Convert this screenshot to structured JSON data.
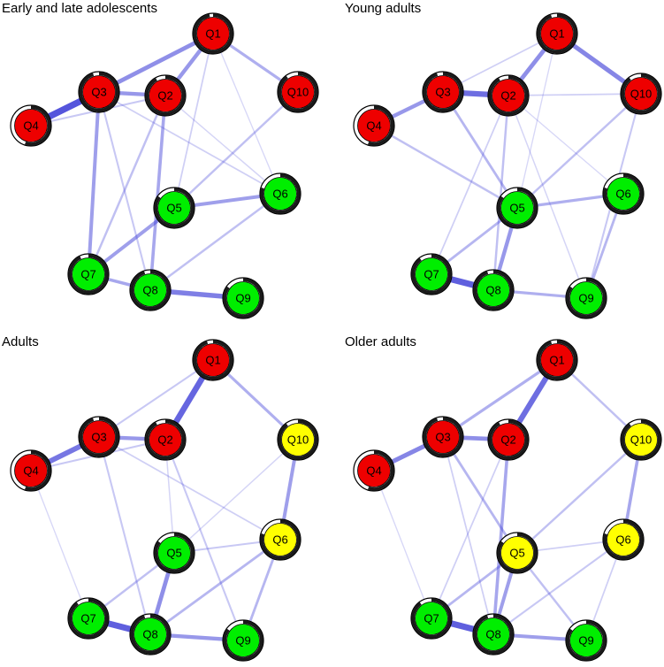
{
  "colors": {
    "red": "#ee0000",
    "green": "#00ee00",
    "yellow": "#ffff00",
    "edge": "#4040d8",
    "pie_fill": "#1a1a1a"
  },
  "panels": [
    {
      "title": "Early and late adolescents",
      "nodes": [
        {
          "id": "Q1",
          "label": "Q1",
          "color": "red",
          "pie": 0.97
        },
        {
          "id": "Q2",
          "label": "Q2",
          "color": "red",
          "pie": 0.92
        },
        {
          "id": "Q3",
          "label": "Q3",
          "color": "red",
          "pie": 0.95
        },
        {
          "id": "Q4",
          "label": "Q4",
          "color": "red",
          "pie": 0.55
        },
        {
          "id": "Q10",
          "label": "Q10",
          "color": "red",
          "pie": 0.9
        },
        {
          "id": "Q5",
          "label": "Q5",
          "color": "green",
          "pie": 0.85
        },
        {
          "id": "Q6",
          "label": "Q6",
          "color": "green",
          "pie": 0.8
        },
        {
          "id": "Q7",
          "label": "Q7",
          "color": "green",
          "pie": 0.93
        },
        {
          "id": "Q8",
          "label": "Q8",
          "color": "green",
          "pie": 0.95
        },
        {
          "id": "Q9",
          "label": "Q9",
          "color": "green",
          "pie": 0.85
        }
      ],
      "edges": [
        {
          "from": "Q3",
          "to": "Q4",
          "weight": 0.9
        },
        {
          "from": "Q3",
          "to": "Q1",
          "weight": 0.55
        },
        {
          "from": "Q2",
          "to": "Q1",
          "weight": 0.5
        },
        {
          "from": "Q3",
          "to": "Q2",
          "weight": 0.5
        },
        {
          "from": "Q1",
          "to": "Q10",
          "weight": 0.35
        },
        {
          "from": "Q3",
          "to": "Q7",
          "weight": 0.45
        },
        {
          "from": "Q2",
          "to": "Q8",
          "weight": 0.4
        },
        {
          "from": "Q5",
          "to": "Q6",
          "weight": 0.45
        },
        {
          "from": "Q5",
          "to": "Q7",
          "weight": 0.45
        },
        {
          "from": "Q7",
          "to": "Q8",
          "weight": 0.4
        },
        {
          "from": "Q8",
          "to": "Q9",
          "weight": 0.65
        },
        {
          "from": "Q6",
          "to": "Q8",
          "weight": 0.25
        },
        {
          "from": "Q10",
          "to": "Q5",
          "weight": 0.25
        },
        {
          "from": "Q2",
          "to": "Q7",
          "weight": 0.25
        },
        {
          "from": "Q4",
          "to": "Q2",
          "weight": 0.2
        },
        {
          "from": "Q1",
          "to": "Q5",
          "weight": 0.15
        },
        {
          "from": "Q1",
          "to": "Q6",
          "weight": 0.1
        },
        {
          "from": "Q3",
          "to": "Q6",
          "weight": 0.15
        },
        {
          "from": "Q3",
          "to": "Q8",
          "weight": 0.2
        },
        {
          "from": "Q2",
          "to": "Q6",
          "weight": 0.12
        }
      ]
    },
    {
      "title": "Young adults",
      "nodes": [
        {
          "id": "Q1",
          "label": "Q1",
          "color": "red",
          "pie": 0.95
        },
        {
          "id": "Q2",
          "label": "Q2",
          "color": "red",
          "pie": 0.92
        },
        {
          "id": "Q3",
          "label": "Q3",
          "color": "red",
          "pie": 0.95
        },
        {
          "id": "Q4",
          "label": "Q4",
          "color": "red",
          "pie": 0.55
        },
        {
          "id": "Q10",
          "label": "Q10",
          "color": "red",
          "pie": 0.9
        },
        {
          "id": "Q5",
          "label": "Q5",
          "color": "green",
          "pie": 0.85
        },
        {
          "id": "Q6",
          "label": "Q6",
          "color": "green",
          "pie": 0.8
        },
        {
          "id": "Q7",
          "label": "Q7",
          "color": "green",
          "pie": 0.9
        },
        {
          "id": "Q8",
          "label": "Q8",
          "color": "green",
          "pie": 0.95
        },
        {
          "id": "Q9",
          "label": "Q9",
          "color": "green",
          "pie": 0.85
        }
      ],
      "edges": [
        {
          "from": "Q3",
          "to": "Q4",
          "weight": 0.5
        },
        {
          "from": "Q3",
          "to": "Q2",
          "weight": 0.75
        },
        {
          "from": "Q2",
          "to": "Q1",
          "weight": 0.55
        },
        {
          "from": "Q1",
          "to": "Q10",
          "weight": 0.6
        },
        {
          "from": "Q3",
          "to": "Q1",
          "weight": 0.15
        },
        {
          "from": "Q2",
          "to": "Q10",
          "weight": 0.15
        },
        {
          "from": "Q4",
          "to": "Q5",
          "weight": 0.25
        },
        {
          "from": "Q3",
          "to": "Q5",
          "weight": 0.3
        },
        {
          "from": "Q2",
          "to": "Q8",
          "weight": 0.25
        },
        {
          "from": "Q5",
          "to": "Q6",
          "weight": 0.35
        },
        {
          "from": "Q5",
          "to": "Q8",
          "weight": 0.5
        },
        {
          "from": "Q7",
          "to": "Q8",
          "weight": 0.85
        },
        {
          "from": "Q8",
          "to": "Q9",
          "weight": 0.35
        },
        {
          "from": "Q6",
          "to": "Q9",
          "weight": 0.3
        },
        {
          "from": "Q10",
          "to": "Q5",
          "weight": 0.25
        },
        {
          "from": "Q10",
          "to": "Q9",
          "weight": 0.2
        },
        {
          "from": "Q2",
          "to": "Q7",
          "weight": 0.15
        },
        {
          "from": "Q7",
          "to": "Q5",
          "weight": 0.3
        },
        {
          "from": "Q2",
          "to": "Q9",
          "weight": 0.12
        },
        {
          "from": "Q2",
          "to": "Q6",
          "weight": 0.1
        },
        {
          "from": "Q1",
          "to": "Q5",
          "weight": 0.1
        }
      ]
    },
    {
      "title": "Adults",
      "nodes": [
        {
          "id": "Q1",
          "label": "Q1",
          "color": "red",
          "pie": 0.95
        },
        {
          "id": "Q2",
          "label": "Q2",
          "color": "red",
          "pie": 0.92
        },
        {
          "id": "Q3",
          "label": "Q3",
          "color": "red",
          "pie": 0.95
        },
        {
          "id": "Q4",
          "label": "Q4",
          "color": "red",
          "pie": 0.55
        },
        {
          "id": "Q10",
          "label": "Q10",
          "color": "yellow",
          "pie": 0.9
        },
        {
          "id": "Q5",
          "label": "Q5",
          "color": "green",
          "pie": 0.85
        },
        {
          "id": "Q6",
          "label": "Q6",
          "color": "yellow",
          "pie": 0.8
        },
        {
          "id": "Q7",
          "label": "Q7",
          "color": "green",
          "pie": 0.9
        },
        {
          "id": "Q8",
          "label": "Q8",
          "color": "green",
          "pie": 0.95
        },
        {
          "id": "Q9",
          "label": "Q9",
          "color": "green",
          "pie": 0.85
        }
      ],
      "edges": [
        {
          "from": "Q3",
          "to": "Q4",
          "weight": 0.7
        },
        {
          "from": "Q2",
          "to": "Q1",
          "weight": 0.8
        },
        {
          "from": "Q3",
          "to": "Q2",
          "weight": 0.5
        },
        {
          "from": "Q3",
          "to": "Q1",
          "weight": 0.2
        },
        {
          "from": "Q1",
          "to": "Q10",
          "weight": 0.35
        },
        {
          "from": "Q10",
          "to": "Q6",
          "weight": 0.45
        },
        {
          "from": "Q4",
          "to": "Q2",
          "weight": 0.2
        },
        {
          "from": "Q5",
          "to": "Q8",
          "weight": 0.55
        },
        {
          "from": "Q7",
          "to": "Q8",
          "weight": 0.85
        },
        {
          "from": "Q8",
          "to": "Q9",
          "weight": 0.5
        },
        {
          "from": "Q6",
          "to": "Q8",
          "weight": 0.3
        },
        {
          "from": "Q6",
          "to": "Q9",
          "weight": 0.3
        },
        {
          "from": "Q5",
          "to": "Q6",
          "weight": 0.2
        },
        {
          "from": "Q7",
          "to": "Q5",
          "weight": 0.25
        },
        {
          "from": "Q3",
          "to": "Q8",
          "weight": 0.2
        },
        {
          "from": "Q2",
          "to": "Q9",
          "weight": 0.2
        },
        {
          "from": "Q3",
          "to": "Q6",
          "weight": 0.15
        },
        {
          "from": "Q4",
          "to": "Q7",
          "weight": 0.1
        },
        {
          "from": "Q2",
          "to": "Q5",
          "weight": 0.12
        },
        {
          "from": "Q10",
          "to": "Q5",
          "weight": 0.12
        }
      ]
    },
    {
      "title": "Older adults",
      "nodes": [
        {
          "id": "Q1",
          "label": "Q1",
          "color": "red",
          "pie": 0.95
        },
        {
          "id": "Q2",
          "label": "Q2",
          "color": "red",
          "pie": 0.92
        },
        {
          "id": "Q3",
          "label": "Q3",
          "color": "red",
          "pie": 0.95
        },
        {
          "id": "Q4",
          "label": "Q4",
          "color": "red",
          "pie": 0.55
        },
        {
          "id": "Q10",
          "label": "Q10",
          "color": "yellow",
          "pie": 0.9
        },
        {
          "id": "Q5",
          "label": "Q5",
          "color": "yellow",
          "pie": 0.85
        },
        {
          "id": "Q6",
          "label": "Q6",
          "color": "yellow",
          "pie": 0.8
        },
        {
          "id": "Q7",
          "label": "Q7",
          "color": "green",
          "pie": 0.9
        },
        {
          "id": "Q8",
          "label": "Q8",
          "color": "green",
          "pie": 0.95
        },
        {
          "id": "Q9",
          "label": "Q9",
          "color": "green",
          "pie": 0.85
        }
      ],
      "edges": [
        {
          "from": "Q3",
          "to": "Q4",
          "weight": 0.6
        },
        {
          "from": "Q2",
          "to": "Q1",
          "weight": 0.75
        },
        {
          "from": "Q3",
          "to": "Q2",
          "weight": 0.55
        },
        {
          "from": "Q3",
          "to": "Q1",
          "weight": 0.35
        },
        {
          "from": "Q1",
          "to": "Q10",
          "weight": 0.25
        },
        {
          "from": "Q10",
          "to": "Q6",
          "weight": 0.4
        },
        {
          "from": "Q2",
          "to": "Q8",
          "weight": 0.4
        },
        {
          "from": "Q3",
          "to": "Q5",
          "weight": 0.3
        },
        {
          "from": "Q5",
          "to": "Q8",
          "weight": 0.45
        },
        {
          "from": "Q7",
          "to": "Q8",
          "weight": 0.85
        },
        {
          "from": "Q8",
          "to": "Q9",
          "weight": 0.45
        },
        {
          "from": "Q5",
          "to": "Q6",
          "weight": 0.15
        },
        {
          "from": "Q5",
          "to": "Q9",
          "weight": 0.25
        },
        {
          "from": "Q6",
          "to": "Q8",
          "weight": 0.2
        },
        {
          "from": "Q10",
          "to": "Q5",
          "weight": 0.25
        },
        {
          "from": "Q7",
          "to": "Q5",
          "weight": 0.3
        },
        {
          "from": "Q6",
          "to": "Q9",
          "weight": 0.15
        },
        {
          "from": "Q4",
          "to": "Q7",
          "weight": 0.1
        },
        {
          "from": "Q2",
          "to": "Q7",
          "weight": 0.15
        },
        {
          "from": "Q3",
          "to": "Q8",
          "weight": 0.15
        }
      ]
    }
  ]
}
